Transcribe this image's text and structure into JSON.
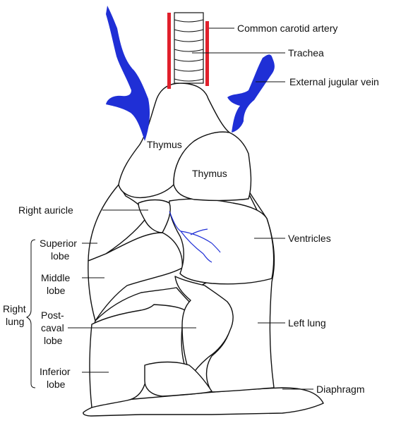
{
  "diagram": {
    "colors": {
      "vein": "#1f2fd6",
      "artery": "#e0202c",
      "outline": "#111111",
      "background": "#ffffff"
    },
    "labels": {
      "common_carotid_artery": "Common carotid artery",
      "trachea": "Trachea",
      "external_jugular_vein": "External jugular vein",
      "thymus_left": "Thymus",
      "thymus_right": "Thymus",
      "right_auricle": "Right auricle",
      "ventricles": "Ventricles",
      "superior_lobe_1": "Superior",
      "superior_lobe_2": "lobe",
      "middle_lobe_1": "Middle",
      "middle_lobe_2": "lobe",
      "postcaval_lobe_1": "Post-",
      "postcaval_lobe_2": "caval",
      "postcaval_lobe_3": "lobe",
      "inferior_lobe_1": "Inferior",
      "inferior_lobe_2": "lobe",
      "right_lung_1": "Right",
      "right_lung_2": "lung",
      "left_lung": "Left lung",
      "diaphragm": "Diaphragm"
    }
  }
}
